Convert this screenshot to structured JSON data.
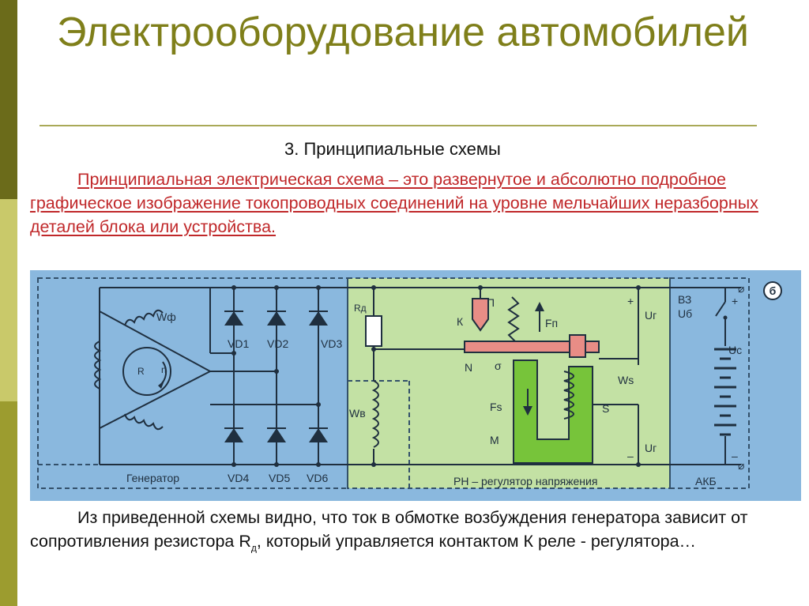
{
  "title": "Электрооборудование автомобилей",
  "subtitle": "3. Принципиальные схемы",
  "definition": "Принципиальная электрическая схема – это развернутое и абсолютно подробное графическое изображение токопроводных соединений на уровне мельчайших неразборных деталей блока или устройства.",
  "caption": {
    "before": "Из приведенной схемы видно, что ток в обмотке возбуждения генератора зависит от сопротивления резистора R",
    "subscript": "д",
    "after": ", который управляется контактом К реле - регулятора…"
  },
  "colors": {
    "title": "#7f7f1a",
    "definition": "#c0282a",
    "sidebar_dark": "#6b6b1a",
    "sidebar_light": "#c9c96a",
    "sidebar_mid": "#9c9c2f",
    "diagram_blue": "#8ab8de",
    "diagram_green": "#c3e1a4",
    "armature": "#e88d86",
    "core": "#77c43a"
  },
  "diagram": {
    "panel_label": "б",
    "labels": {
      "wf": "Wф",
      "rotor": "R",
      "n": "n",
      "vd1": "VD1",
      "vd2": "VD2",
      "vd3": "VD3",
      "vd4": "VD4",
      "vd5": "VD5",
      "vd6": "VD6",
      "rd": "Rд",
      "wv": "Wв",
      "k": "К",
      "p": "П",
      "fp": "Fп",
      "n_contact": "N",
      "sigma": "σ",
      "fs": "Fs",
      "m": "M",
      "s": "S",
      "ws": "Ws",
      "ur_top": "Uг",
      "ur_bottom": "Uг",
      "plus_left": "+",
      "minus_left": "–",
      "vz": "ВЗ",
      "ub": "Uб",
      "uc": "Uс",
      "plus_right": "+",
      "minus_right": "–",
      "ground_top": "⌀",
      "ground_bottom": "⌀",
      "generator": "Генератор",
      "regulator": "РН – регулятор напряжения",
      "akb": "АКБ"
    }
  }
}
